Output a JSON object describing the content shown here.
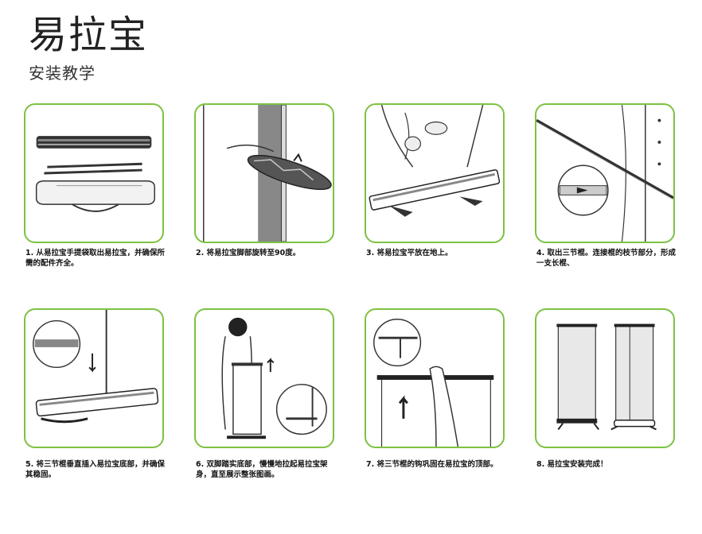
{
  "header": {
    "title": "易拉宝",
    "subtitle": "安装教学"
  },
  "steps": [
    {
      "caption": "1.    从易拉宝手提袋取出易拉宝，并确保所需的配件齐全。"
    },
    {
      "caption": "2. 将易拉宝脚部旋转至90度。"
    },
    {
      "caption": "3. 将易拉宝平放在地上。"
    },
    {
      "caption": "4. 取出三节棍。连接棍的枝节部分，形成一支长棍、"
    },
    {
      "caption": "5. 将三节棍垂直插入易拉宝底部，并确保其稳固。"
    },
    {
      "caption": "6. 双脚踏实底部，慢慢地拉起易拉宝架身，直至展示整张图画。"
    },
    {
      "caption": "7. 将三节棍的钩巩固在易拉宝的顶部。"
    },
    {
      "caption": "8. 易拉宝安装完成！"
    }
  ],
  "colors": {
    "frame_border": "#7dc242",
    "ink": "#1a1a1a"
  }
}
